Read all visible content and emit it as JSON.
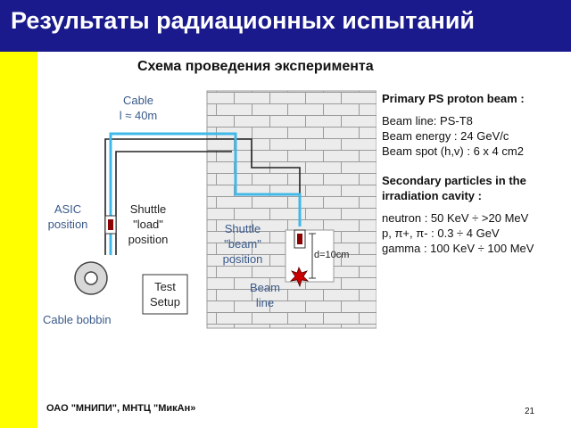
{
  "slide": {
    "title": "Результаты радиационных испытаний",
    "subtitle": "Схема проведения эксперимента",
    "footer": "ОАО \"МНИПИ\", МНТЦ \"МикАн»",
    "page_number": "21"
  },
  "diagram": {
    "labels": {
      "cable_line1": "Cable",
      "cable_line2": "l ≈ 40m",
      "asic_line1": "ASIC",
      "asic_line2": "position",
      "shuttle_load_line1": "Shuttle",
      "shuttle_load_line2": "\"load\"",
      "shuttle_load_line3": "position",
      "shuttle_beam_line1": "Shuttle",
      "shuttle_beam_line2": "\"beam\"",
      "shuttle_beam_line3": "position",
      "diameter": "d=10cm",
      "beam_line1": "Beam",
      "beam_line2": "line",
      "test_line1": "Test",
      "test_line2": "Setup",
      "cable_bobbin": "Cable bobbin"
    },
    "colors": {
      "cable": "#40b8e8",
      "label": "#3a5a8a",
      "shuttle": "#8b0000",
      "star": "#cc0000",
      "brick_fill": "#ececec",
      "brick_line": "#9a9a9a"
    }
  },
  "info": {
    "primary_title": "Primary PS proton beam :",
    "beam_line": "Beam line: PS-T8",
    "beam_energy": "Beam energy : 24 GeV/c",
    "beam_spot": "Beam spot (h,v) : 6 x 4 cm2",
    "secondary_title": "Secondary particles in the irradiation cavity :",
    "neutron": "neutron :  50 KeV ÷ >20 MeV",
    "proton_pion": "p, π+, π- : 0.3 ÷ 4 GeV",
    "gamma": "gamma : 100 KeV ÷ 100 MeV"
  }
}
